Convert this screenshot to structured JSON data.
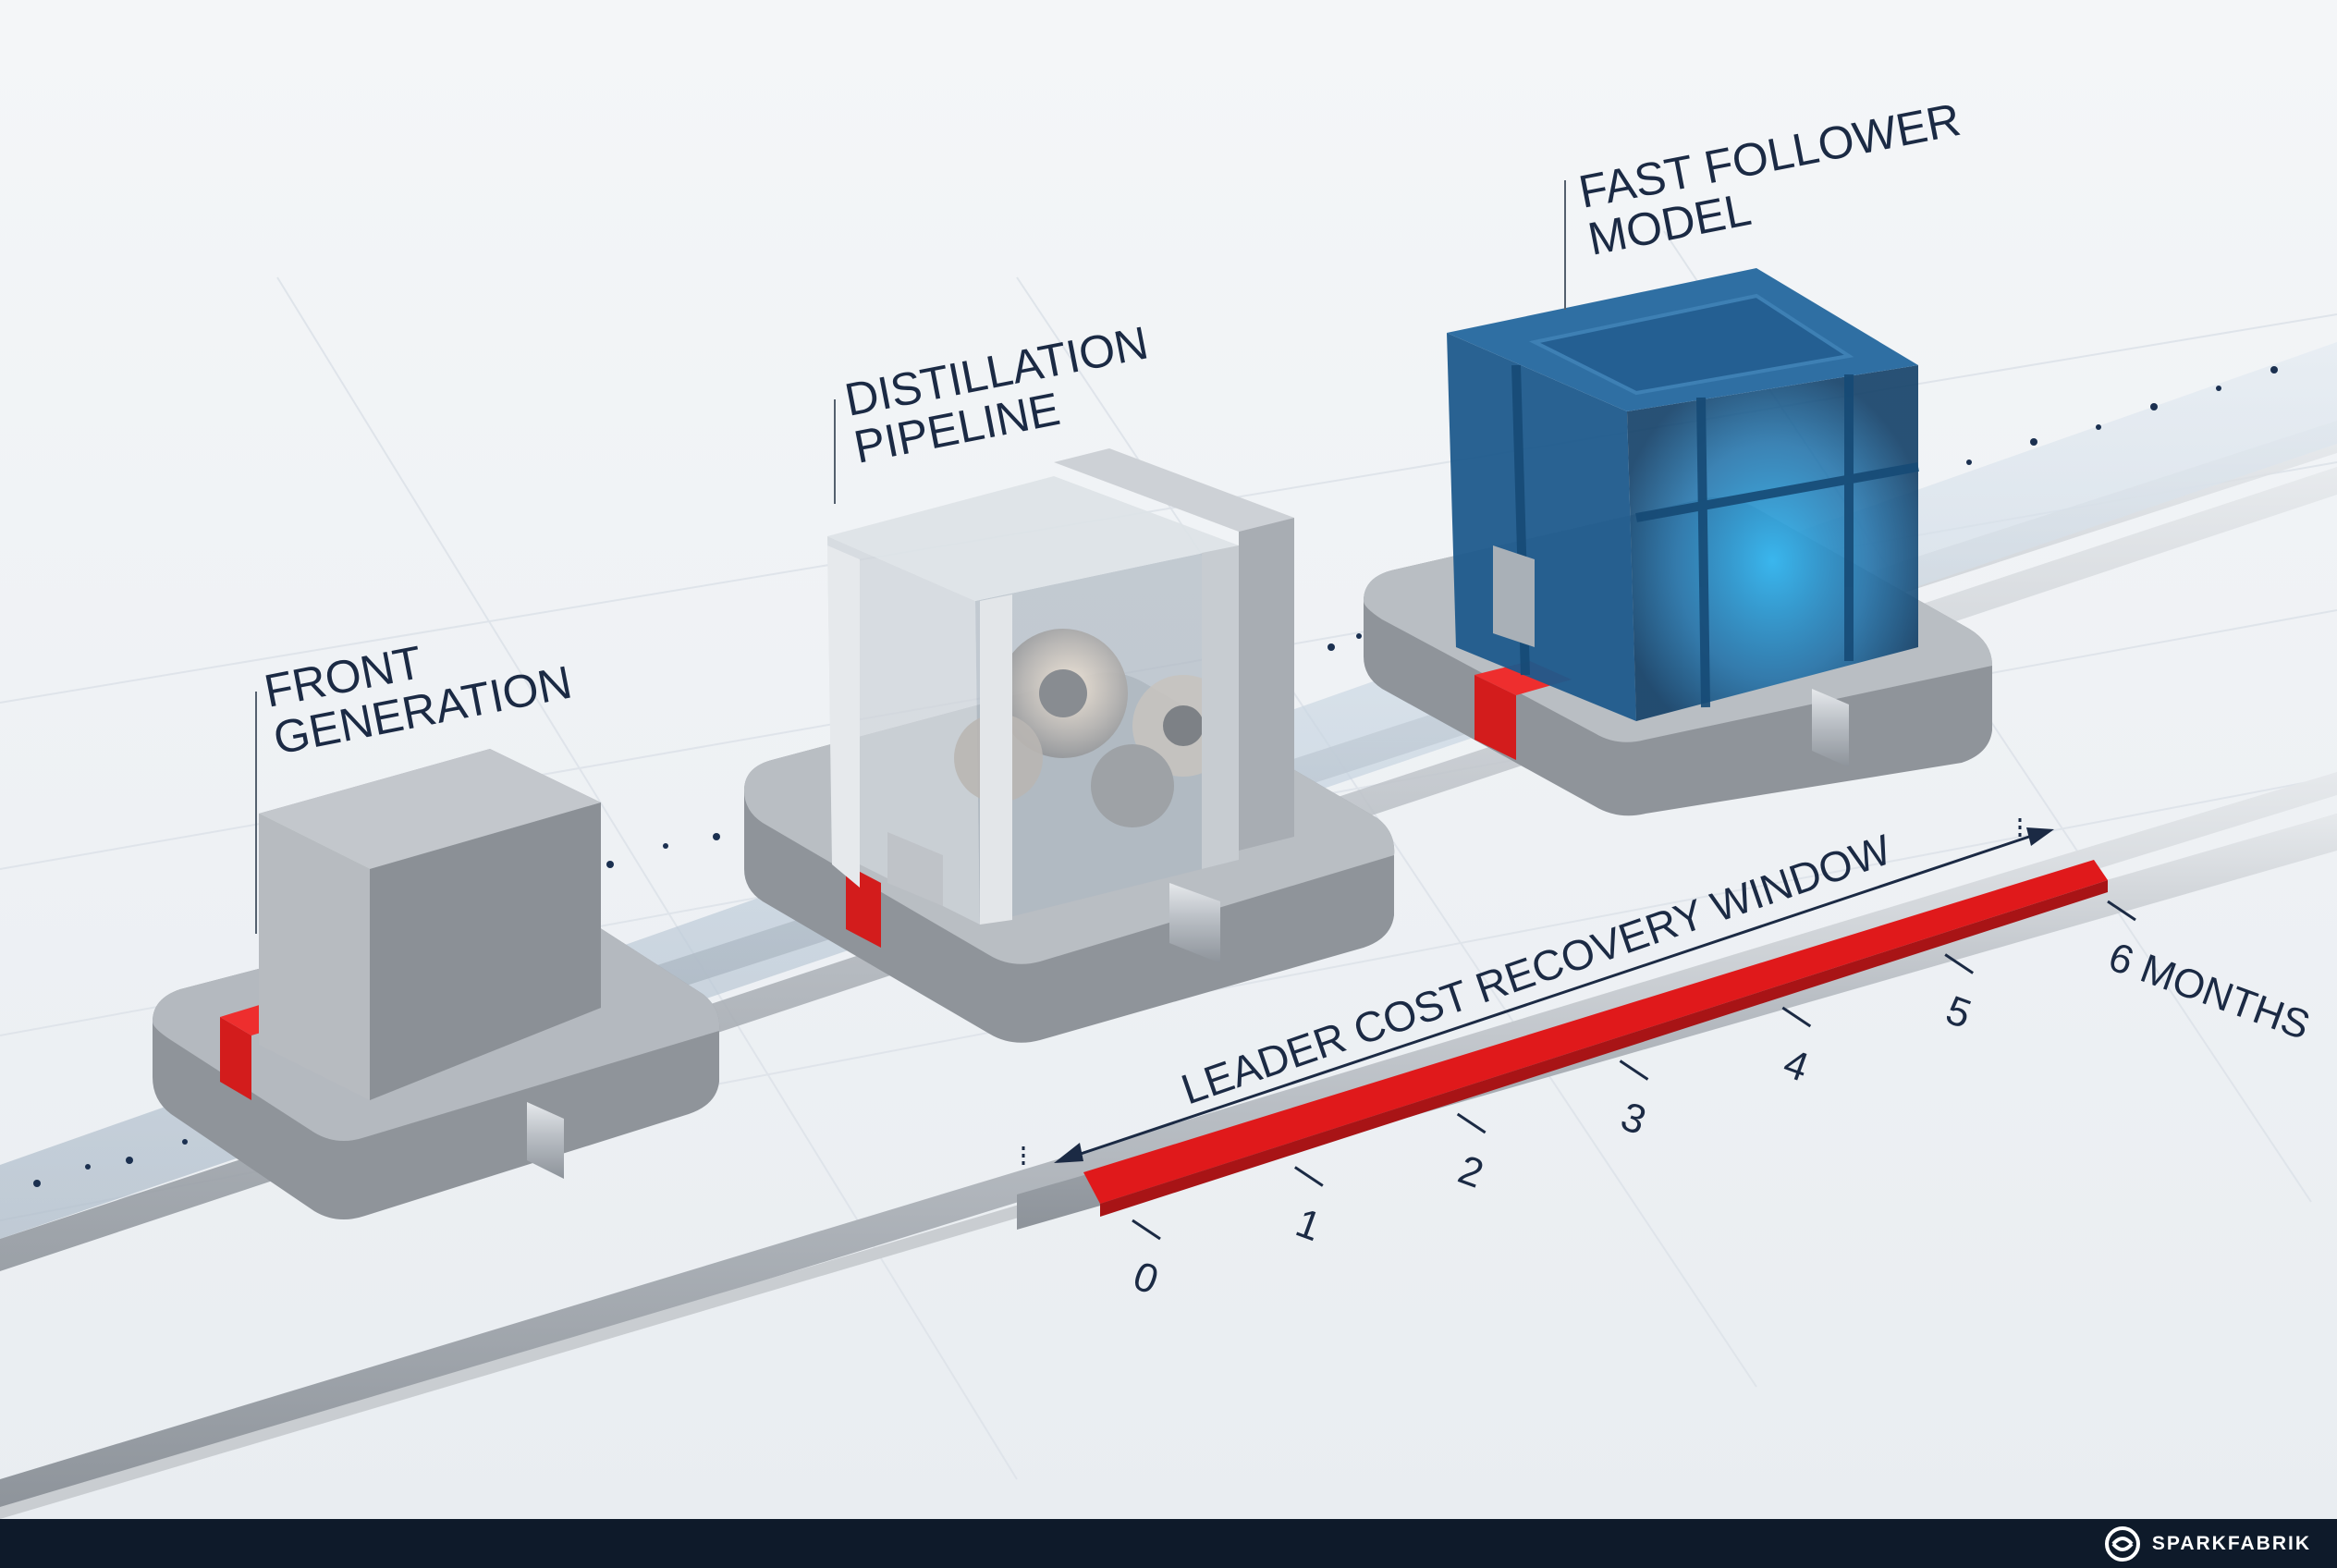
{
  "stages": [
    {
      "id": "front",
      "line1": "FRONT",
      "line2": "GENERATION"
    },
    {
      "id": "distill",
      "line1": "DISTILLATION",
      "line2": "PIPELINE"
    },
    {
      "id": "follower",
      "line1": "FAST FOLLOWER",
      "line2": "MODEL"
    }
  ],
  "timeline": {
    "label": "LEADER COST RECOVERY WINDOW",
    "ticks": [
      "0",
      "1",
      "2",
      "3",
      "4",
      "5",
      "6 MONTHS"
    ]
  },
  "brand": {
    "name": "SPARKFABRIK",
    "logo_icon": "sparkfabrik-logo-icon"
  },
  "colors": {
    "accent_red": "#e0191b",
    "navy": "#1b2a44",
    "block_gray": "#9a9fa6",
    "follower_blue": "#1f5c8e",
    "footer": "#0e1a2a"
  }
}
